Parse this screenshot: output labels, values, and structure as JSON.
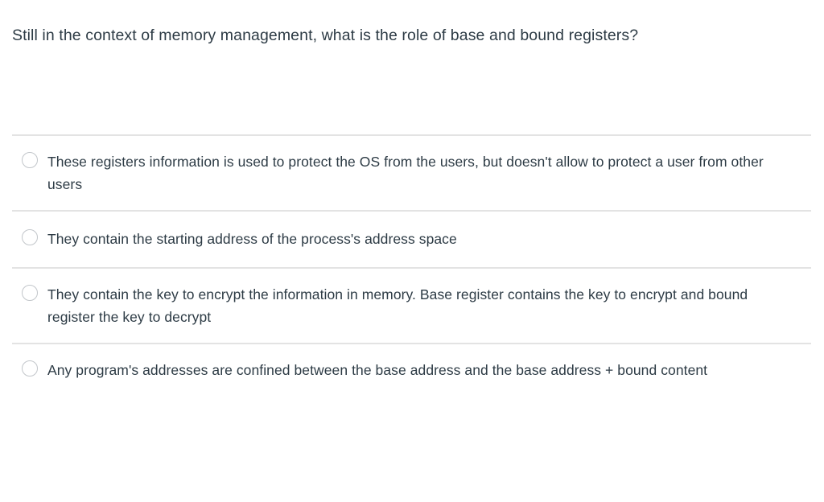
{
  "question": {
    "text": "Still in the context of memory management, what is the role of base and bound registers?"
  },
  "answers": [
    {
      "radio_name": "answer-radio-0",
      "text": "These registers information is used to protect the OS from the users, but doesn't allow to protect a user from other users",
      "selected": false
    },
    {
      "radio_name": "answer-radio-1",
      "text": "They contain the starting address of the process's address space",
      "selected": false
    },
    {
      "radio_name": "answer-radio-2",
      "text": "They contain the key to encrypt the information in memory. Base register contains the key to encrypt and bound register the key to decrypt",
      "selected": false
    },
    {
      "radio_name": "answer-radio-3",
      "text": "Any program's addresses are confined between the base address and the base address + bound content",
      "selected": false
    }
  ],
  "colors": {
    "text": "#2d3b45",
    "divider": "#e3e3e3",
    "radio_border": "#c2c6ca",
    "background": "#ffffff"
  }
}
